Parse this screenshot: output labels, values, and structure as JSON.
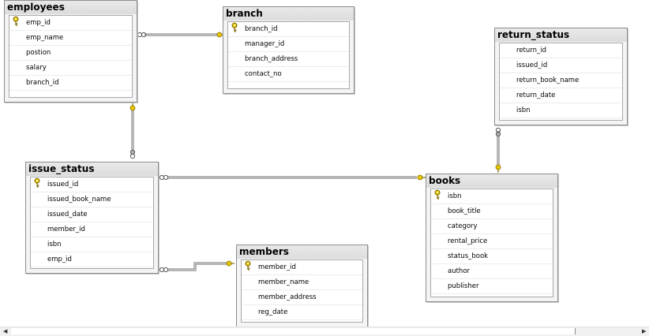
{
  "tables": [
    {
      "name": "employees",
      "columns": [
        {
          "name": "emp_id",
          "pk": true
        },
        {
          "name": "emp_name"
        },
        {
          "name": "postion"
        },
        {
          "name": "salary"
        },
        {
          "name": "branch_id"
        }
      ]
    },
    {
      "name": "branch",
      "columns": [
        {
          "name": "branch_id",
          "pk": true
        },
        {
          "name": "manager_id"
        },
        {
          "name": "branch_address"
        },
        {
          "name": "contact_no"
        }
      ]
    },
    {
      "name": "return_status",
      "columns": [
        {
          "name": "return_id"
        },
        {
          "name": "issued_id"
        },
        {
          "name": "return_book_name"
        },
        {
          "name": "return_date"
        },
        {
          "name": "isbn"
        }
      ]
    },
    {
      "name": "issue_status",
      "columns": [
        {
          "name": "issued_id",
          "pk": true
        },
        {
          "name": "issued_book_name"
        },
        {
          "name": "issued_date"
        },
        {
          "name": "member_id"
        },
        {
          "name": "isbn"
        },
        {
          "name": "emp_id"
        }
      ]
    },
    {
      "name": "books",
      "columns": [
        {
          "name": "isbn",
          "pk": true
        },
        {
          "name": "book_title"
        },
        {
          "name": "category"
        },
        {
          "name": "rental_price"
        },
        {
          "name": "status_book"
        },
        {
          "name": "author"
        },
        {
          "name": "publisher"
        }
      ]
    },
    {
      "name": "members",
      "columns": [
        {
          "name": "member_id",
          "pk": true
        },
        {
          "name": "member_name"
        },
        {
          "name": "member_address"
        },
        {
          "name": "reg_date"
        }
      ]
    }
  ],
  "relationships": [
    {
      "from": "employees",
      "to": "branch"
    },
    {
      "from": "issue_status",
      "to": "employees"
    },
    {
      "from": "books",
      "to": "return_status"
    },
    {
      "from": "issue_status",
      "to": "books"
    },
    {
      "from": "issue_status",
      "to": "members"
    }
  ],
  "icons": {
    "primary_key": "key-icon",
    "one_end": "key-endpoint-icon",
    "many_end": "infinity-icon"
  },
  "colors": {
    "key": "#e8c800",
    "line": "#7a7a7a",
    "header": "#dedede"
  }
}
